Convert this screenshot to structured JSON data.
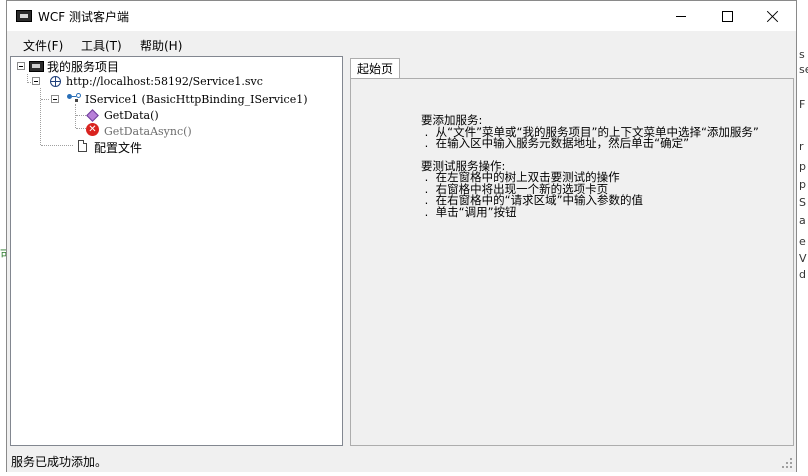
{
  "window": {
    "title": "WCF 测试客户端"
  },
  "menu": [
    "文件(F)",
    "工具(T)",
    "帮助(H)"
  ],
  "tree": {
    "root": "我的服务项目",
    "endpoint": "http://localhost:58192/Service1.svc",
    "contract": "IService1 (BasicHttpBinding_IService1)",
    "methods": [
      "GetData()",
      "GetDataAsync()"
    ],
    "config": "配置文件"
  },
  "tab": {
    "label": "起始页"
  },
  "help": {
    "add_title": "要添加服务:",
    "add_steps": [
      "从“文件”菜单或“我的服务项目”的上下文菜单中选择“添加服务”",
      "在输入区中输入服务元数据地址，然后单击“确定”"
    ],
    "test_title": "要测试服务操作:",
    "test_steps": [
      "在左窗格中的树上双击要测试的操作",
      "右窗格中将出现一个新的选项卡页",
      "在右窗格中的“请求区域”中输入参数的值",
      "单击“调用”按钮"
    ],
    "bullet": "."
  },
  "status": {
    "text": "服务已成功添加。"
  },
  "background_fragments": {
    "right": [
      "s",
      "se",
      "F",
      "r",
      "p",
      "p",
      "S",
      "a",
      "e",
      "V",
      "d"
    ],
    "left": "可"
  },
  "colors": {
    "error": "#d9231f",
    "method": "#b77fd8",
    "grey_text": "#6d6d6d"
  }
}
